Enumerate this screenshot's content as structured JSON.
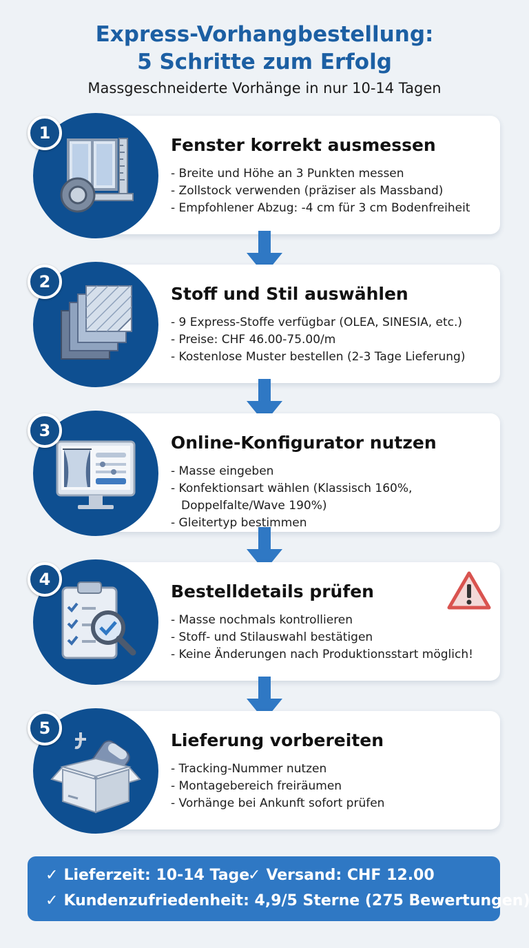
{
  "header": {
    "title_line1": "Express-Vorhangbestellung:",
    "title_line2": "5 Schritte zum Erfolg",
    "subtitle": "Massgeschneiderte Vorhänge in nur 10-14 Tagen"
  },
  "steps": [
    {
      "number": "1",
      "title": "Fenster korrekt ausmessen",
      "icon": "window-measuring-tape-icon",
      "bullets": [
        "Breite und Höhe an 3 Punkten messen",
        "Zollstock verwenden (präziser als Massband)",
        "Empfohlener Abzug: -4 cm für 3 cm Bodenfreiheit"
      ]
    },
    {
      "number": "2",
      "title": "Stoff und Stil auswählen",
      "icon": "fabric-swatches-icon",
      "bullets": [
        "9 Express-Stoffe verfügbar (OLEA, SINESIA, etc.)",
        "Preise: CHF 46.00-75.00/m",
        "Kostenlose Muster bestellen (2-3 Tage Lieferung)"
      ]
    },
    {
      "number": "3",
      "title": "Online-Konfigurator nutzen",
      "icon": "computer-configurator-icon",
      "bullets": [
        "Masse eingeben",
        "Konfektionsart wählen (Klassisch 160%, Doppelfalte/Wave 190%)",
        "Gleitertyp bestimmen"
      ]
    },
    {
      "number": "4",
      "title": "Bestelldetails prüfen",
      "icon": "clipboard-magnifier-icon",
      "warning_icon": "warning-triangle-icon",
      "bullets": [
        "Masse nochmals kontrollieren",
        "Stoff- und Stilauswahl bestätigen",
        "Keine Änderungen nach Produktionsstart möglich!"
      ]
    },
    {
      "number": "5",
      "title": "Lieferung vorbereiten",
      "icon": "delivery-box-icon",
      "bullets": [
        "Tracking-Nummer nutzen",
        "Montagebereich freiräumen",
        "Vorhänge bei Ankunft sofort prüfen"
      ]
    }
  ],
  "footer": {
    "check": "✓",
    "delivery_time": "Lieferzeit: 10-14 Tage",
    "shipping": "Versand: CHF 12.00",
    "satisfaction": "Kundenzufriedenheit: 4,9/5 Sterne (275 Bewertungen)"
  },
  "colors": {
    "title_blue": "#1c5fa3",
    "circle_blue": "#0e4f91",
    "arrow_blue": "#2f78c4",
    "footer_blue": "#2f78c4",
    "warning_red": "#d9534f"
  }
}
